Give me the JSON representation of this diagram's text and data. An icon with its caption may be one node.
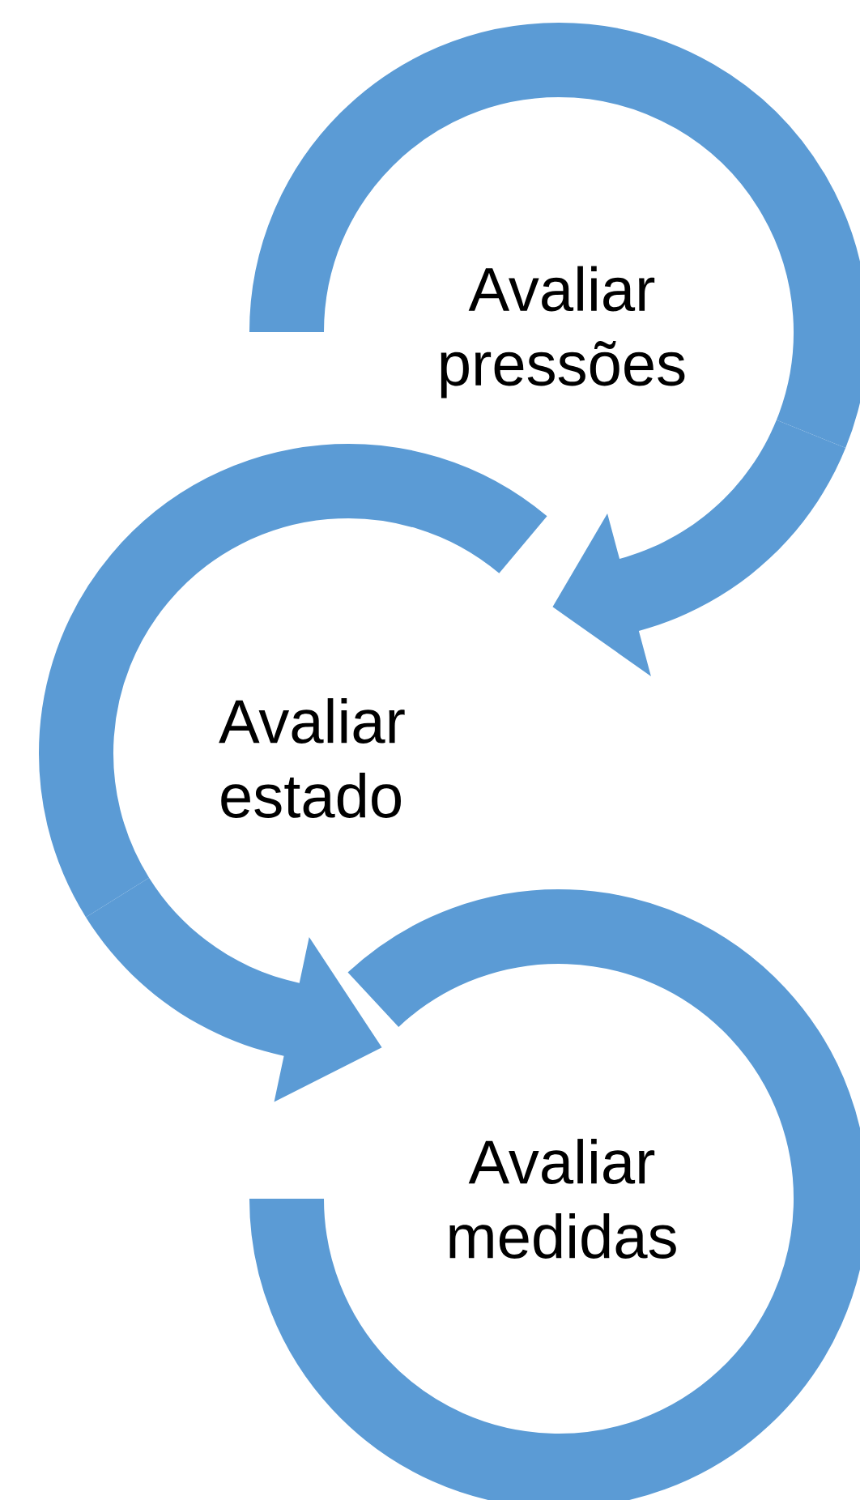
{
  "diagram": {
    "nodes": [
      {
        "text": [
          "Avaliar pressões"
        ]
      },
      {
        "text": [
          "Avaliar estado"
        ]
      },
      {
        "text": [
          "Avaliar medidas"
        ]
      }
    ],
    "edges": [
      {
        "from": 0,
        "to": 1,
        "arrow": "to"
      },
      {
        "from": 1,
        "to": 2,
        "arrow": "to"
      }
    ]
  }
}
